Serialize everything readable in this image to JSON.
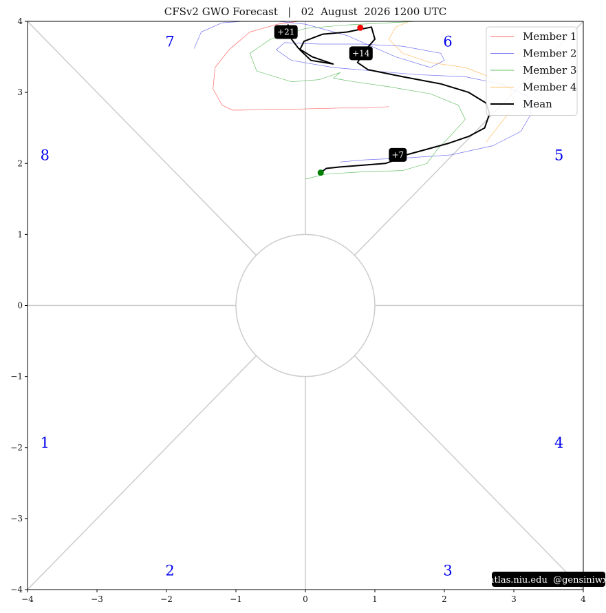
{
  "chart_data": {
    "type": "line",
    "title": "CFSv2 GWO Forecast   |   02  August  2026 1200 UTC",
    "xlim": [
      -4,
      4
    ],
    "ylim": [
      -4,
      4
    ],
    "x_ticks": [
      -4,
      -3,
      -2,
      -1,
      0,
      1,
      2,
      3,
      4
    ],
    "y_ticks": [
      -4,
      -3,
      -2,
      -1,
      0,
      1,
      2,
      3,
      4
    ],
    "x_tick_labels": [
      "−4",
      "−3",
      "−2",
      "−1",
      "0",
      "1",
      "2",
      "3",
      "4"
    ],
    "y_tick_labels": [
      "−4",
      "−3",
      "−2",
      "−1",
      "0",
      "1",
      "2",
      "3",
      "4"
    ],
    "unit_circle_radius": 1,
    "phase_labels": [
      {
        "label": "1",
        "x": -3.75,
        "y": -1.95
      },
      {
        "label": "2",
        "x": -1.95,
        "y": -3.75
      },
      {
        "label": "3",
        "x": 2.05,
        "y": -3.75
      },
      {
        "label": "4",
        "x": 3.65,
        "y": -1.95
      },
      {
        "label": "5",
        "x": 3.65,
        "y": 2.1
      },
      {
        "label": "6",
        "x": 2.05,
        "y": 3.7
      },
      {
        "label": "7",
        "x": -1.95,
        "y": 3.7
      },
      {
        "label": "8",
        "x": -3.75,
        "y": 2.1
      }
    ],
    "series": [
      {
        "name": "Member 1",
        "color": "#ff3333",
        "x": [
          1.2,
          0.9,
          0.5,
          0.1,
          -0.3,
          -0.6,
          -0.9,
          -1.05,
          -1.2,
          -1.33,
          -1.3,
          -1.1,
          -0.8,
          -0.4,
          -0.1,
          0.05
        ],
        "y": [
          2.8,
          2.78,
          2.78,
          2.77,
          2.76,
          2.76,
          2.75,
          2.75,
          2.82,
          3.05,
          3.35,
          3.6,
          3.85,
          3.96,
          4.0,
          4.02
        ]
      },
      {
        "name": "Member 2",
        "color": "#4444ee",
        "x": [
          0.5,
          0.85,
          1.5,
          2.1,
          2.7,
          3.1,
          3.25,
          3.2,
          2.8,
          2.3,
          1.6,
          1.0,
          0.4,
          -0.2,
          -0.42,
          -0.3,
          0.2,
          0.8,
          1.4,
          1.95,
          2.0,
          1.8,
          1.3,
          0.6,
          0.0,
          -0.6,
          -1.2,
          -1.5,
          -1.6
        ],
        "y": [
          2.02,
          2.05,
          2.08,
          2.12,
          2.25,
          2.45,
          2.7,
          2.95,
          3.12,
          3.22,
          3.25,
          3.3,
          3.35,
          3.45,
          3.6,
          3.7,
          3.68,
          3.68,
          3.65,
          3.55,
          3.45,
          3.35,
          3.5,
          3.8,
          3.96,
          4.02,
          3.98,
          3.85,
          3.62
        ]
      },
      {
        "name": "Member 3",
        "color": "#33aa33",
        "x": [
          0.0,
          0.3,
          0.8,
          1.4,
          1.75,
          1.9,
          2.1,
          2.3,
          2.2,
          1.8,
          1.2,
          0.7,
          0.4,
          0.5,
          0.2,
          -0.2,
          -0.7,
          -0.8,
          -0.5,
          0.0,
          0.6,
          1.2,
          1.6,
          2.0
        ],
        "y": [
          1.78,
          1.85,
          1.88,
          1.9,
          2.0,
          2.2,
          2.4,
          2.62,
          2.82,
          2.98,
          3.08,
          3.15,
          3.2,
          3.28,
          3.18,
          3.15,
          3.3,
          3.55,
          3.75,
          3.9,
          3.95,
          3.98,
          4.0,
          4.0
        ]
      },
      {
        "name": "Member 4",
        "color": "#ffaa33",
        "x": [
          2.6,
          2.8,
          3.0,
          2.95,
          2.7,
          2.3,
          1.8,
          1.4,
          1.2,
          1.3,
          1.55
        ],
        "y": [
          2.3,
          2.55,
          2.8,
          3.05,
          3.2,
          3.35,
          3.42,
          3.55,
          3.75,
          3.92,
          4.02
        ]
      },
      {
        "name": "Mean",
        "color": "#000000",
        "x": [
          0.22,
          0.3,
          0.5,
          0.9,
          1.15,
          1.3,
          1.45,
          1.75,
          2.05,
          2.35,
          2.58,
          2.65,
          2.6,
          2.35,
          1.95,
          1.4,
          0.9,
          0.75,
          0.85,
          1.0,
          0.95,
          0.6,
          0.25,
          -0.02,
          -0.08,
          0.08,
          0.4,
          0.1,
          -0.1,
          -0.2,
          -0.25
        ],
        "y": [
          1.87,
          1.93,
          1.95,
          1.98,
          2.0,
          2.05,
          2.12,
          2.2,
          2.28,
          2.38,
          2.5,
          2.7,
          2.85,
          3.0,
          3.12,
          3.22,
          3.32,
          3.42,
          3.58,
          3.75,
          3.92,
          3.85,
          3.82,
          3.72,
          3.6,
          3.45,
          3.4,
          3.5,
          3.62,
          3.75,
          3.95
        ]
      }
    ],
    "markers": [
      {
        "name": "start",
        "x": 0.22,
        "y": 1.87,
        "color": "#008000"
      },
      {
        "name": "end",
        "x": 0.79,
        "y": 3.91,
        "color": "#ff0000"
      }
    ],
    "day_labels": [
      {
        "text": "+7",
        "x": 1.33,
        "y": 2.12
      },
      {
        "text": "+14",
        "x": 0.8,
        "y": 3.55
      },
      {
        "text": "+21",
        "x": -0.28,
        "y": 3.85
      }
    ],
    "legend": {
      "position": "top-right",
      "entries": [
        "Member 1",
        "Member 2",
        "Member 3",
        "Member 4",
        "Mean"
      ]
    },
    "credit": "atlas.niu.edu  @gensiniwx"
  }
}
